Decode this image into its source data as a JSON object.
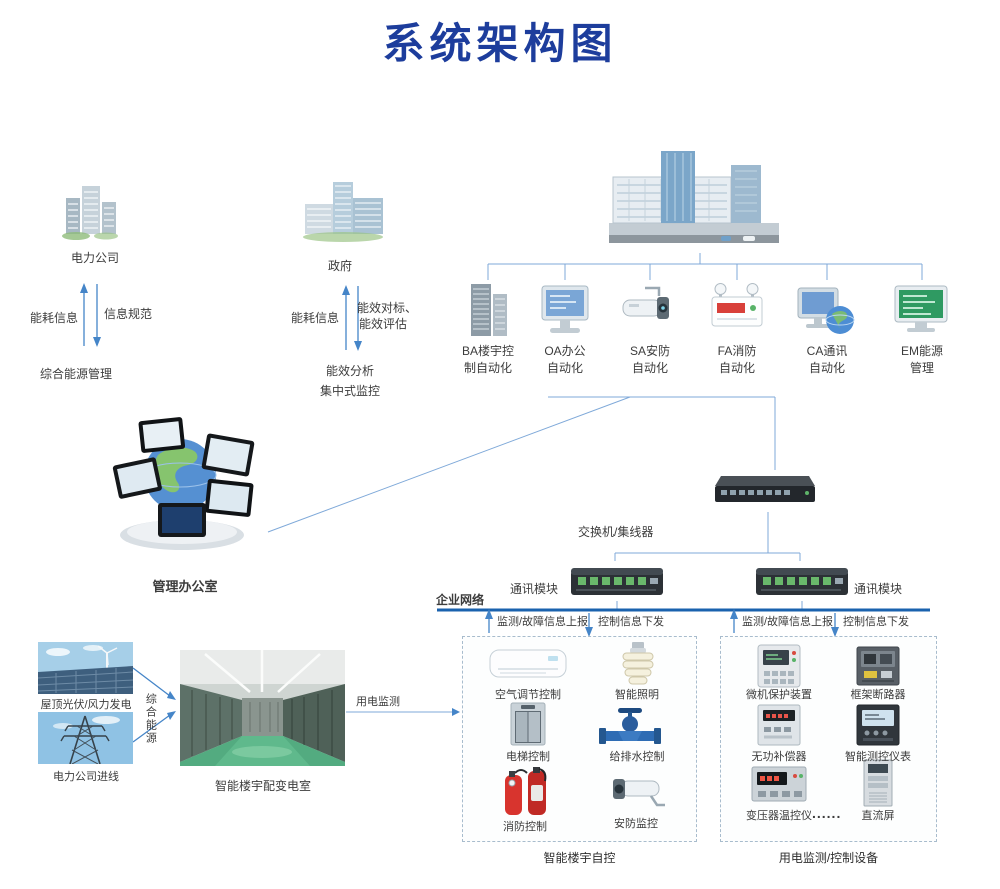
{
  "title": "系统架构图",
  "colors": {
    "title_blue": "#1d3d9c",
    "line_blue": "#7fa9d9",
    "network_blue": "#1a62ae"
  },
  "icons": {
    "power-company-icon": "office-buildings",
    "government-icon": "government-buildings",
    "hq-building-icon": "smart-building",
    "ba-building-icon": "high-rise-building",
    "oa-icon": "desktop-monitor",
    "sa-icon": "cctv-camera",
    "fa-icon": "emergency-light",
    "ca-icon": "computer-with-globe",
    "em-icon": "monitor-green-screen",
    "management-office-icon": "globe-with-monitors",
    "switch-icon": "network-switch",
    "comm-module-icon": "communication-module",
    "ac-icon": "air-conditioner",
    "bulb-icon": "cfl-bulb",
    "elevator-icon": "elevator-doors",
    "valve-icon": "water-valve",
    "fire-extinguisher-icon": "fire-extinguishers",
    "camera-icon": "surveillance-camera",
    "protection-device-icon": "protection-relay",
    "breaker-icon": "frame-circuit-breaker",
    "compensator-icon": "reactive-compensator",
    "meter-icon": "smart-measuring-meter",
    "temp-controller-icon": "transformer-temperature-controller",
    "dc-panel-icon": "dc-cabinet",
    "pv-wind-icon": "rooftop-solar-wind-photo",
    "power-line-icon": "transmission-tower-photo",
    "substation-room-icon": "distribution-room-photo"
  },
  "top_left": {
    "power_company": "电力公司",
    "up_label": "能耗信息",
    "down_label": "信息规范",
    "bottom": "综合能源管理"
  },
  "government": {
    "label": "政府",
    "up_label": "能耗信息",
    "down_label_1": "能效对标、",
    "down_label_2": "能效评估",
    "analysis_1": "能效分析",
    "analysis_2": "集中式监控"
  },
  "subsystems": [
    {
      "line1": "BA楼宇控",
      "line2": "制自动化"
    },
    {
      "line1": "OA办公",
      "line2": "自动化"
    },
    {
      "line1": "SA安防",
      "line2": "自动化"
    },
    {
      "line1": "FA消防",
      "line2": "自动化"
    },
    {
      "line1": "CA通讯",
      "line2": "自动化"
    },
    {
      "line1": "EM能源",
      "line2": "管理"
    }
  ],
  "management_office": "管理办公室",
  "network": {
    "switch_label": "交换机/集线器",
    "comm_left": "通讯模块",
    "comm_right": "通讯模块",
    "enterprise": "企业网络",
    "up_left": "监测/故障信息上报",
    "down_left": "控制信息下发",
    "up_right": "监测/故障信息上报",
    "down_right": "控制信息下发"
  },
  "bottom_left": {
    "pv_wind": "屋顶光伏/风力发电",
    "grid": "电力公司进线",
    "energy": "综合能源",
    "room": "智能楼宇配变电室",
    "monitor": "用电监测"
  },
  "building_box": {
    "caption": "智能楼宇自控",
    "items": [
      "空气调节控制",
      "智能照明",
      "电梯控制",
      "给排水控制",
      "消防控制",
      "安防监控"
    ]
  },
  "power_box": {
    "caption": "用电监测/控制设备",
    "items": [
      "微机保护装置",
      "框架断路器",
      "无功补偿器",
      "智能测控仪表",
      "变压器温控仪",
      "直流屏"
    ],
    "more": "......"
  }
}
